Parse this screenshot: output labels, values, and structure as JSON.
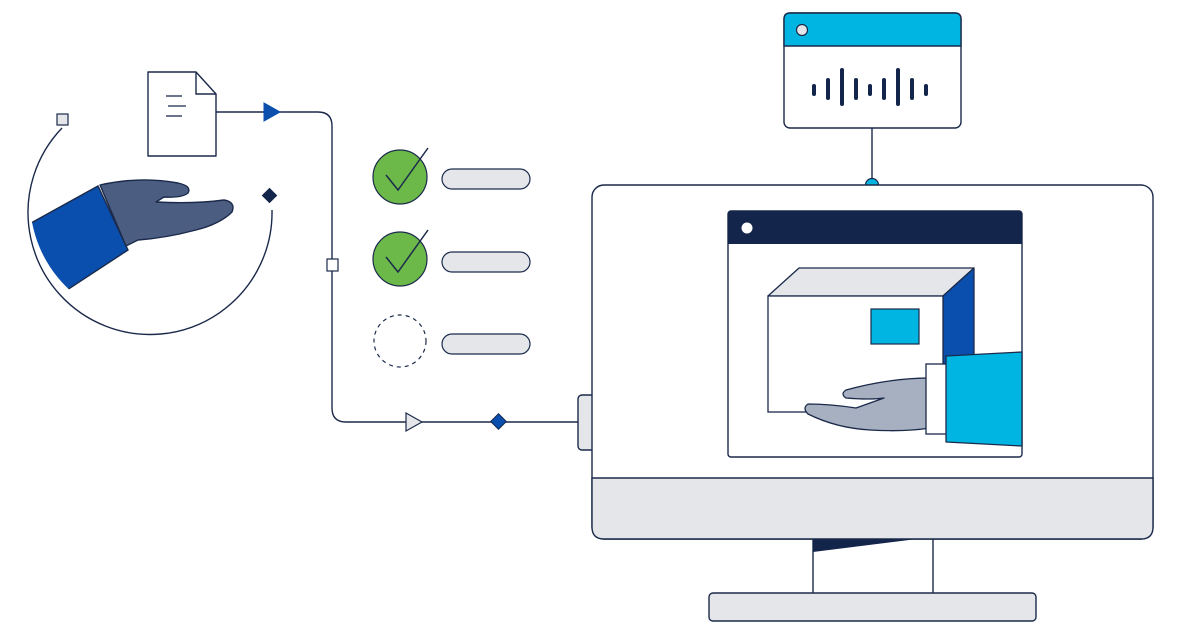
{
  "colors": {
    "outline": "#1b2a4a",
    "navy": "#13254a",
    "cisco_blue": "#00b5e2",
    "royal_blue": "#0a4fad",
    "slate_sleeve": "#4b5d80",
    "grey_fill": "#e4e6ea",
    "hand_grey": "#a6b0c0",
    "check_green": "#6cb94a"
  },
  "icons": {
    "document": "document-icon",
    "cisco_logo": "cisco-logo-icon",
    "checkmark": "check-circle-icon",
    "pending": "pending-circle-icon",
    "monitor": "monitor-icon",
    "package": "package-box-icon"
  },
  "checklist": [
    {
      "status": "complete"
    },
    {
      "status": "complete"
    },
    {
      "status": "pending"
    }
  ]
}
